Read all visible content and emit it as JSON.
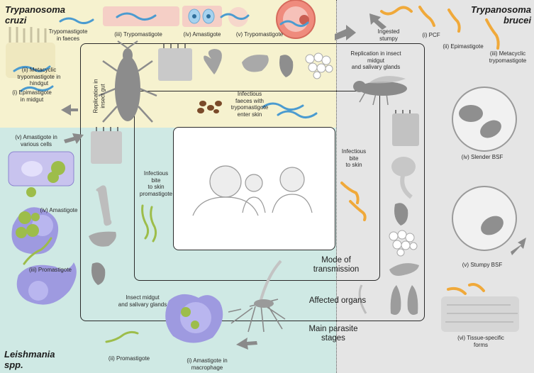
{
  "colors": {
    "cruzi_bg": "#f6f2cf",
    "brucei_bg": "#e5e5e5",
    "leish_bg": "#cfe9e4",
    "parasite_blue": "#5aa6d8",
    "trypanosome_orange": "#f0a93a",
    "leish_green": "#9dbd4a",
    "organ_gray": "#9a9a9a",
    "arrow_gray": "#8a8a8a"
  },
  "cruzi": {
    "title_line1": "Trypanosoma",
    "title_line2": "cruzi",
    "trypomastigote_faeces": [
      "Trypomastigote",
      "in faeces"
    ],
    "iii_trypomastigote": "(iii) Trypomastigote",
    "iv_amastigote": "(iv) Amastigote",
    "v_trypomastigote": "(v) Trypomastigote",
    "ii_metacyclic": [
      "(ii) Metacyclic",
      "trypomastigote in",
      "hindgut"
    ],
    "i_epimastigote": [
      "(i) Epimastigote",
      "in midgut"
    ],
    "replication": [
      "Replication in",
      "insect gut"
    ],
    "infectious_faeces": [
      "Infectious",
      "faeces with",
      "trypomastigote",
      "enter skin"
    ]
  },
  "brucei": {
    "title_line1": "Trypanosoma",
    "title_line2": "brucei",
    "ingested": [
      "Ingested",
      "stumpy"
    ],
    "i_pcf": "(i) PCF",
    "ii_epimastigote": "(ii) Epimastigote",
    "iii_metacyclic": [
      "(iii) Metacyclic",
      "trypomastigote"
    ],
    "replication": [
      "Replication in insect",
      "midgut",
      "and salivary glands"
    ],
    "infectious_bite": [
      "Infectious",
      "bite",
      "to skin"
    ],
    "iv_slender": "(iv) Slender BSF",
    "v_stumpy": "(v) Stumpy BSF",
    "vi_tissue": [
      "(vi) Tissue-specific",
      "forms"
    ]
  },
  "leish": {
    "title_line1": "Leishmania",
    "title_line2": "spp.",
    "v_amastigote": [
      "(v) Amastigote in",
      "various cells"
    ],
    "iv_amastigote": "(iv) Amastigote",
    "iii_promastigote": "(iii) Promastigote",
    "ii_promastigote": "(ii) Promastigote",
    "i_amastigote": [
      "(i) Amastigote in",
      "macrophage"
    ],
    "infectious_bite": [
      "Infectious",
      "bite",
      "to skin",
      "promastigote"
    ],
    "insect_midgut": [
      "Insect midgut",
      "and salivary glands"
    ]
  },
  "legend": {
    "mode": [
      "Mode of",
      "transmission"
    ],
    "affected": "Affected organs",
    "main_stages": [
      "Main parasite",
      "stages"
    ]
  }
}
